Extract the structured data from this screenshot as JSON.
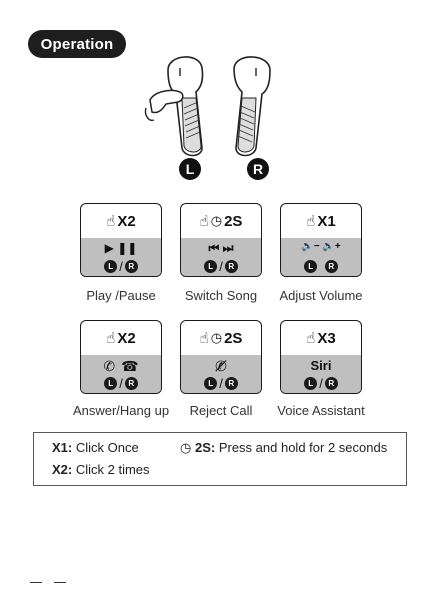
{
  "header": {
    "title": "Operation"
  },
  "earbuds": {
    "left_badge": "L",
    "right_badge": "R"
  },
  "cards": [
    {
      "gesture": "X2",
      "controls": "▶ ❚❚",
      "label": "Play /Pause",
      "left": "L",
      "right": "R"
    },
    {
      "gesture": "2S",
      "controls": "⏮ ⏭",
      "label": "Switch Song",
      "left": "L",
      "right": "R"
    },
    {
      "gesture": "X1",
      "controls": "🔈− 🔈+",
      "label": "Adjust Volume",
      "left": "L",
      "right": "R"
    },
    {
      "gesture": "X2",
      "controls": "",
      "label": "Answer/Hang up",
      "left": "L",
      "right": "R"
    },
    {
      "gesture": "2S",
      "controls": "",
      "label": "Reject Call",
      "left": "L",
      "right": "R"
    },
    {
      "gesture": "X3",
      "controls": "Siri",
      "label": "Voice Assistant",
      "left": "L",
      "right": "R"
    }
  ],
  "legend": {
    "x1_key": "X1:",
    "x1_text": "Click Once",
    "x2_key": "X2:",
    "x2_text": "Click 2 times",
    "s2_key": "2S:",
    "s2_text": "Press and hold for 2 seconds"
  }
}
